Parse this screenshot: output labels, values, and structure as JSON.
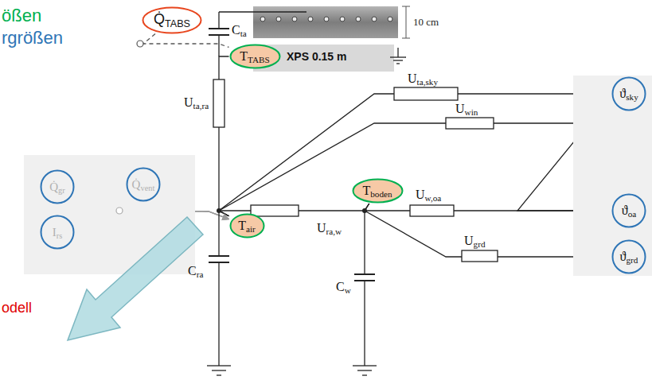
{
  "diagram": {
    "nodes": [
      {
        "text": [
          "Q̇TABS"
        ]
      },
      {
        "text": [
          "TTABS"
        ]
      },
      {
        "text": [
          "ϑsky"
        ]
      },
      {
        "text": [
          "Q̇gr"
        ]
      },
      {
        "text": [
          "Q̇vent"
        ]
      },
      {
        "text": [
          "Tboden"
        ]
      },
      {
        "text": [
          "ϑoa"
        ]
      },
      {
        "text": [
          "Irs"
        ]
      },
      {
        "text": [
          "Tair"
        ]
      },
      {
        "text": [
          "ϑgrd"
        ]
      }
    ],
    "edges": [
      {
        "from": 0,
        "to": 1,
        "arrow": "none"
      },
      {
        "from": 1,
        "to": 8,
        "arrow": "none"
      },
      {
        "from": 8,
        "to": 2,
        "arrow": "none"
      },
      {
        "from": 8,
        "to": 6,
        "arrow": "none"
      },
      {
        "from": 8,
        "to": 5,
        "arrow": "none"
      },
      {
        "from": 5,
        "to": 6,
        "arrow": "none"
      },
      {
        "from": 5,
        "to": 9,
        "arrow": "none"
      },
      {
        "from": 3,
        "to": 8,
        "arrow": "to"
      },
      {
        "from": 4,
        "to": 8,
        "arrow": "to"
      },
      {
        "from": 7,
        "to": 8,
        "arrow": "to"
      }
    ],
    "labels": [
      "ößen",
      "rgrößen",
      "Cta",
      "10 cm",
      "XPS 0.15 m",
      "Uta,ra",
      "Uta,sky",
      "Uwin",
      "Ura,w",
      "Uw,oa",
      "Ugrd",
      "Cra",
      "Cw",
      "odell"
    ]
  }
}
